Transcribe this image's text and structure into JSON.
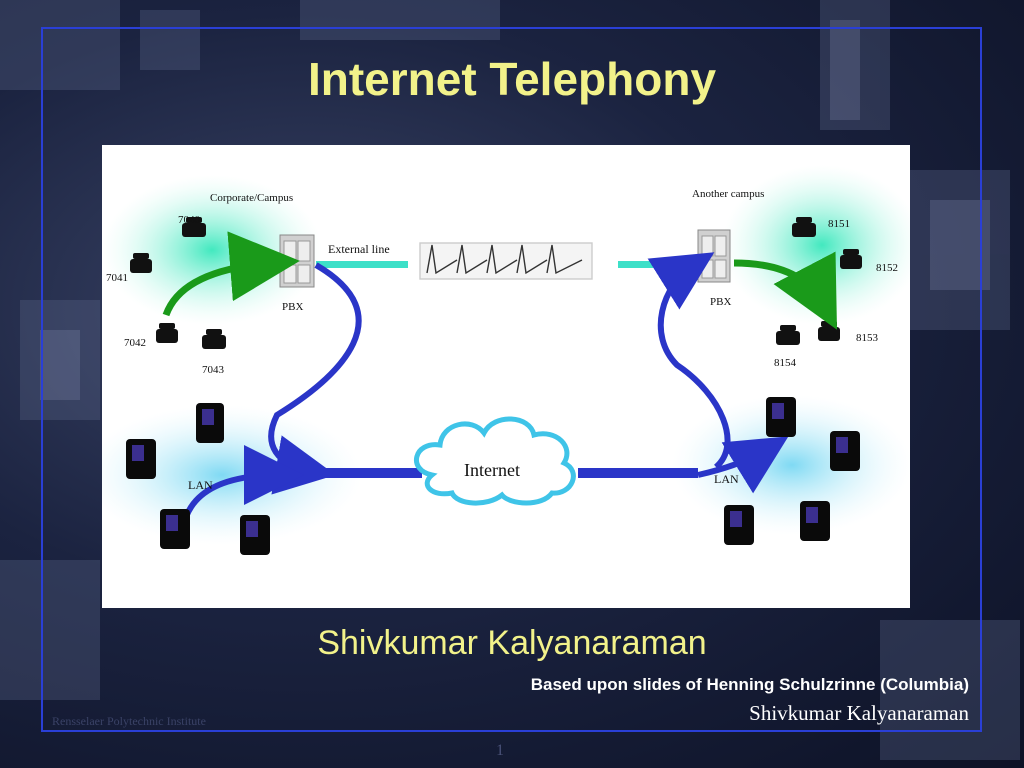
{
  "slide": {
    "title": "Internet Telephony",
    "author": "Shivkumar Kalyanaraman",
    "credit": "Based upon slides of Henning Schulzrinne (Columbia)",
    "footer_author": "Shivkumar Kalyanaraman",
    "footer_institute": "Rensselaer Polytechnic Institute",
    "page_number": "1"
  },
  "diagram": {
    "left_site": {
      "label": "Corporate/Campus",
      "pbx_label": "PBX",
      "lan_label": "LAN",
      "phones": [
        "7040",
        "7041",
        "7042",
        "7043"
      ]
    },
    "right_site": {
      "label": "Another campus",
      "pbx_label": "PBX",
      "lan_label": "LAN",
      "phones": [
        "8151",
        "8152",
        "8153",
        "8154"
      ]
    },
    "external_line_label": "External line",
    "internet_label": "Internet",
    "colors": {
      "title": "#f2f28a",
      "frame": "#2a3fd6",
      "arrow_green": "#1a9a1a",
      "arrow_blue": "#2a35c8",
      "line_cyan": "#3de0c8"
    }
  }
}
